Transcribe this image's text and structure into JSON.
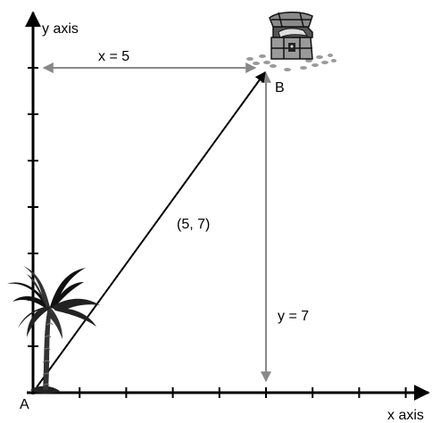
{
  "axes": {
    "x_label": "x axis",
    "y_label": "y axis",
    "x_ticks": [
      1,
      2,
      3,
      4,
      5,
      6,
      7,
      8
    ],
    "y_ticks": [
      1,
      2,
      3,
      4,
      5,
      6,
      7
    ],
    "x_range": [
      0,
      8
    ],
    "y_range": [
      0,
      7
    ]
  },
  "points": {
    "start": {
      "label": "A",
      "x": 0,
      "y": 0,
      "icon": "palm-tree-icon"
    },
    "end": {
      "label": "B",
      "x": 5,
      "y": 7,
      "icon": "treasure-chest-icon"
    }
  },
  "vector": {
    "label": "(5, 7)"
  },
  "components": {
    "horizontal": {
      "label": "x = 5",
      "value": 5
    },
    "vertical": {
      "label": "y = 7",
      "value": 7
    }
  },
  "colors": {
    "axis": "#000000",
    "component_arrows": "#888888",
    "vector": "#000000"
  }
}
